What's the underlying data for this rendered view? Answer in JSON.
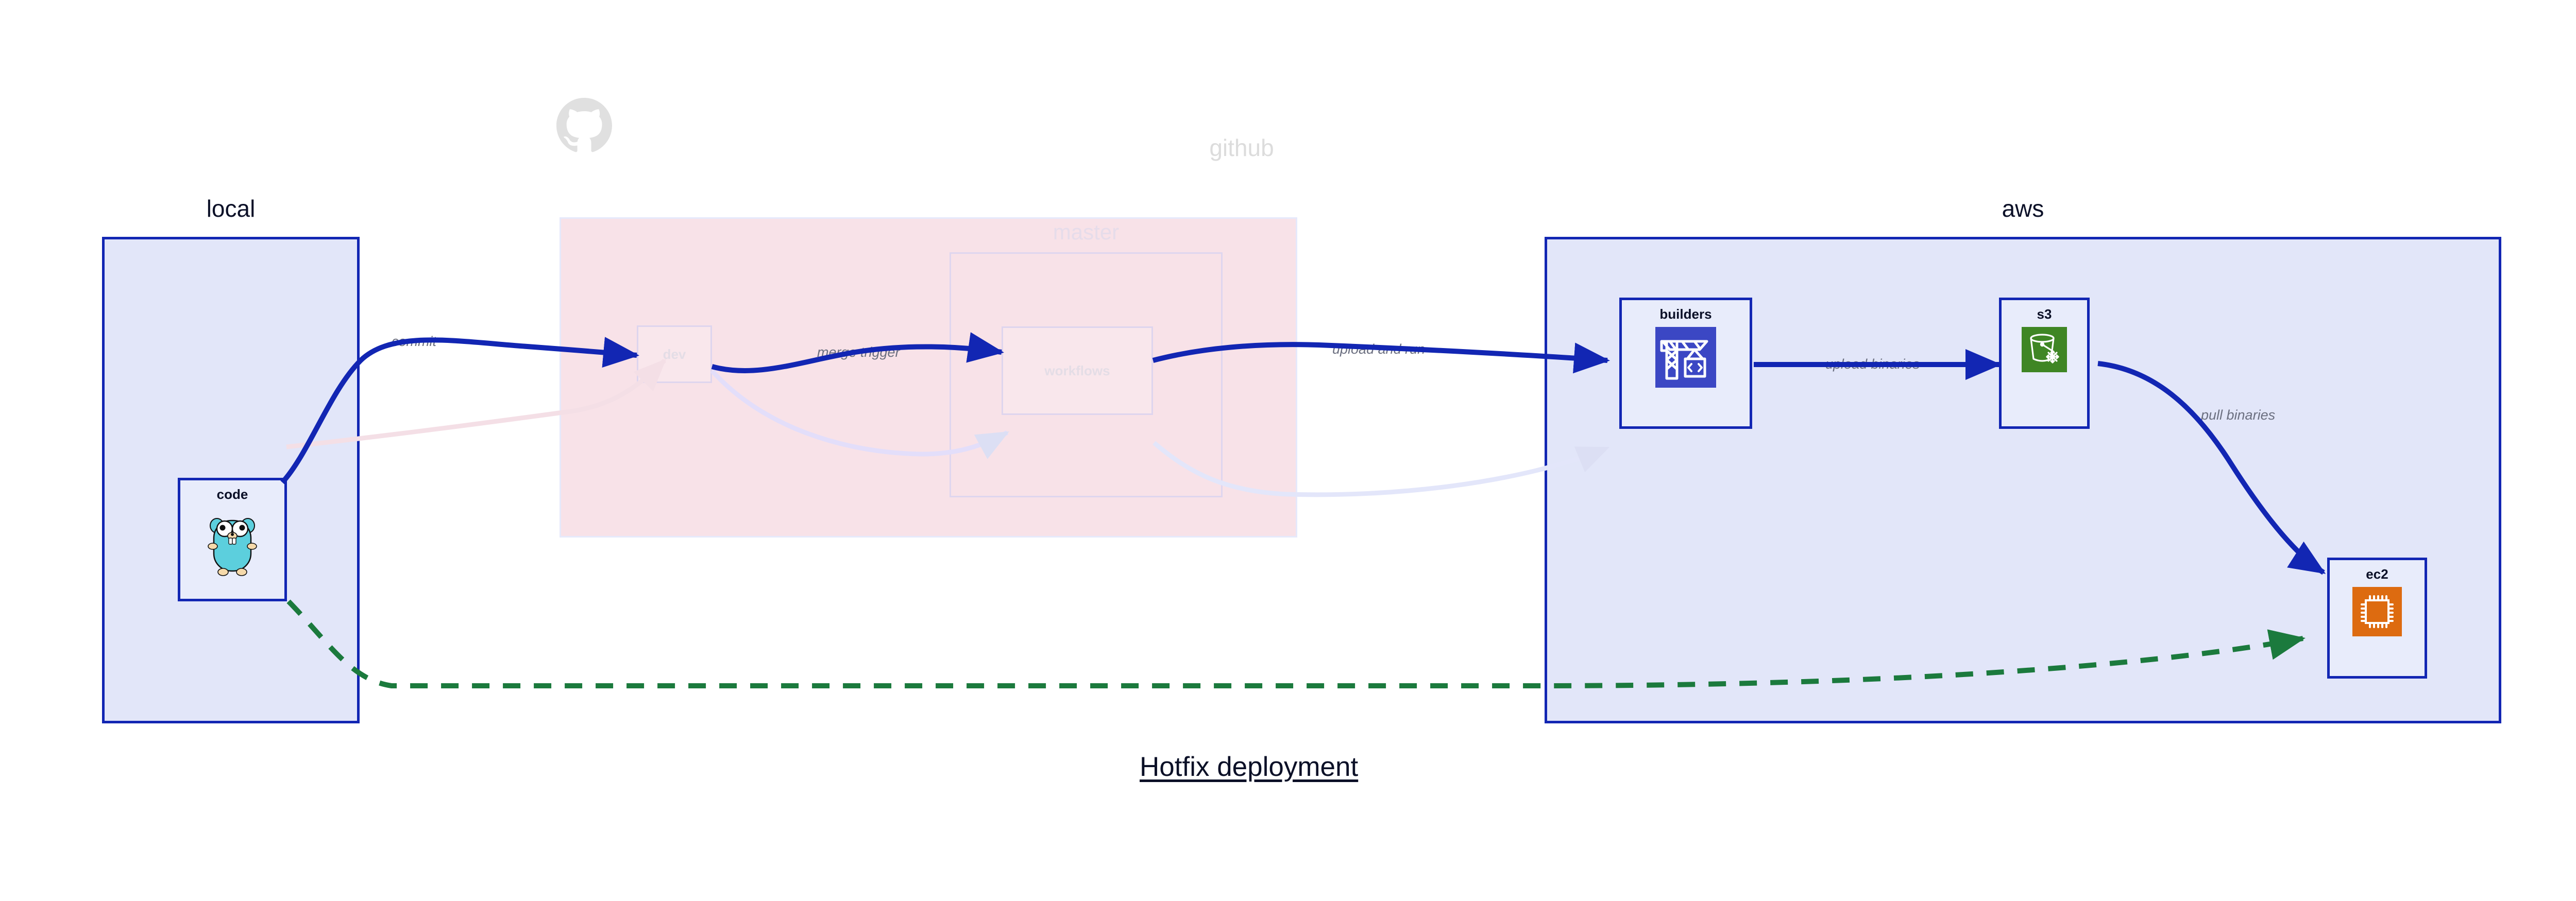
{
  "title": "Hotfix deployment",
  "colors": {
    "accent_blue": "#1226b3",
    "group_fill_blue": "#e2e6f9",
    "group_fill_pink": "#f8e2e8",
    "node_fill": "#e8ecfb",
    "dashed_green": "#1b7a3d",
    "builders_icon_bg": "#3b47c4",
    "s3_icon_bg": "#3f8624",
    "ec2_icon_bg": "#dd6b10",
    "gopher_body": "#5ccfdd",
    "edge_label_text": "#6b6f80",
    "ghost_text": "#e4dde6"
  },
  "groups": [
    {
      "id": "local",
      "label": "local"
    },
    {
      "id": "github",
      "label": "github",
      "icon": "github-mark-icon"
    },
    {
      "id": "master",
      "label": "master"
    },
    {
      "id": "aws",
      "label": "aws"
    }
  ],
  "nodes": [
    {
      "id": "code",
      "label": "code",
      "icon": "go-gopher-icon",
      "group": "local",
      "state": "active"
    },
    {
      "id": "dev",
      "label": "dev",
      "icon": null,
      "group": "github",
      "state": "faded"
    },
    {
      "id": "workflows",
      "label": "workflows",
      "icon": null,
      "group": "master",
      "state": "faded"
    },
    {
      "id": "builders",
      "label": "builders",
      "icon": "crane-code-icon",
      "group": "aws",
      "state": "active"
    },
    {
      "id": "s3",
      "label": "s3",
      "icon": "bucket-snowflake-icon",
      "group": "aws",
      "state": "active"
    },
    {
      "id": "ec2",
      "label": "ec2",
      "icon": "cpu-chip-icon",
      "group": "aws",
      "state": "active"
    }
  ],
  "edges": [
    {
      "id": "commit",
      "label": "commit",
      "from": "code",
      "to": "dev",
      "style": "solid-blue",
      "state": "active"
    },
    {
      "id": "merge-trigger",
      "label": "merge trigger",
      "from": "dev",
      "to": "workflows",
      "style": "solid-blue",
      "state": "active"
    },
    {
      "id": "upload-and-run",
      "label": "upload and run",
      "from": "workflows",
      "to": "builders",
      "style": "solid-blue",
      "state": "active"
    },
    {
      "id": "upload-binaries",
      "label": "upload binaries",
      "from": "builders",
      "to": "s3",
      "style": "solid-blue",
      "state": "active"
    },
    {
      "id": "pull-binaries",
      "label": "pull binaries",
      "from": "s3",
      "to": "ec2",
      "style": "solid-blue",
      "state": "active"
    },
    {
      "id": "hotfix-direct",
      "label": "",
      "from": "code",
      "to": "ec2",
      "style": "dashed-green",
      "state": "active"
    },
    {
      "id": "ghost-code-dev",
      "label": "",
      "from": "code",
      "to": "dev",
      "style": "solid-faded-pink",
      "state": "faded"
    },
    {
      "id": "ghost-dev-workflows",
      "label": "",
      "from": "dev",
      "to": "workflows",
      "style": "solid-faded-pink",
      "state": "faded"
    },
    {
      "id": "ghost-workflows-builders",
      "label": "",
      "from": "workflows",
      "to": "builders",
      "style": "solid-faded-pink",
      "state": "faded"
    }
  ]
}
